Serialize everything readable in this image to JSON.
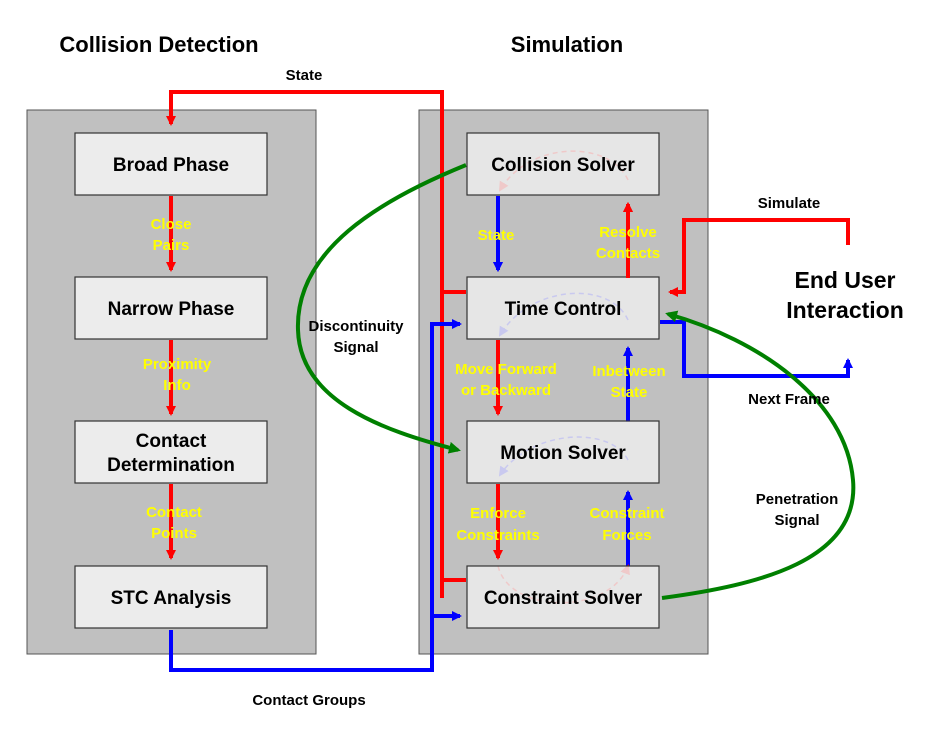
{
  "titles": {
    "collision_detection": "Collision Detection",
    "simulation": "Simulation"
  },
  "boxes": {
    "broad_phase": "Broad Phase",
    "narrow_phase": "Narrow Phase",
    "contact_determination": [
      "Contact",
      "Determination"
    ],
    "stc_analysis": "STC Analysis",
    "collision_solver": "Collision Solver",
    "time_control": "Time Control",
    "motion_solver": "Motion Solver",
    "constraint_solver": "Constraint Solver"
  },
  "edge_labels": {
    "state_top": "State",
    "close_pairs": [
      "Close",
      "Pairs"
    ],
    "proximity_info": [
      "Proximity",
      "Info"
    ],
    "contact_points": [
      "Contact",
      "Points"
    ],
    "contact_groups": "Contact Groups",
    "discontinuity_signal": [
      "Discontinuity",
      "Signal"
    ],
    "state_inner": "State",
    "resolve_contacts": [
      "Resolve",
      "Contacts"
    ],
    "move_forward": [
      "Move Forward",
      "or Backward"
    ],
    "inbetween_state": [
      "Inbetween",
      "State"
    ],
    "enforce_constraints": [
      "Enforce",
      "Constraints"
    ],
    "constraint_forces": [
      "Constraint",
      "Forces"
    ],
    "simulate": "Simulate",
    "next_frame": "Next Frame",
    "penetration_signal": [
      "Penetration",
      "Signal"
    ]
  },
  "end_user": [
    "End User",
    "Interaction"
  ],
  "colors": {
    "panel": "#c0c0c0",
    "box": "#ececec",
    "red": "#ff0000",
    "blue": "#0000ff",
    "green": "#008000",
    "yellow": "#ffff00"
  }
}
